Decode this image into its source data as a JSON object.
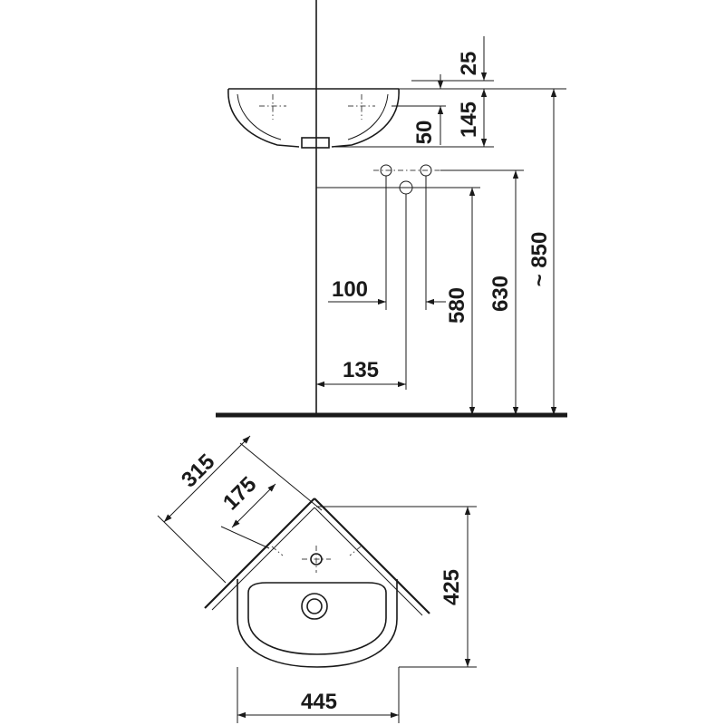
{
  "side_view": {
    "dimensions": {
      "top_clearance": "25",
      "basin_depth": "145",
      "overflow_offset": "50",
      "tap_spacing": "100",
      "waste_height": "580",
      "supply_height": "630",
      "rim_height": "~ 850",
      "waste_offset": "135"
    }
  },
  "plan_view": {
    "dimensions": {
      "side_length": "315",
      "tap_offset": "175",
      "projection": "425",
      "width": "445"
    }
  }
}
